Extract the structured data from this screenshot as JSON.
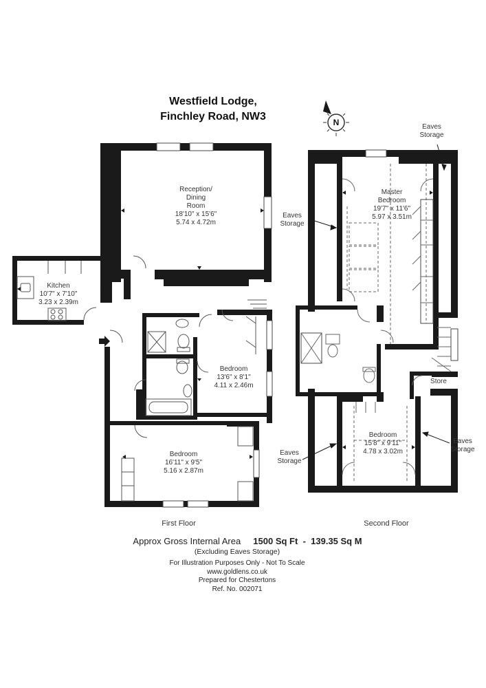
{
  "title": {
    "line1": "Westfield Lodge,",
    "line2": "Finchley Road, NW3"
  },
  "compass": {
    "letter": "N"
  },
  "first_floor": {
    "label": "First Floor",
    "rooms": {
      "reception": {
        "name1": "Reception/",
        "name2": "Dining",
        "name3": "Room",
        "imperial": "18'10\" x 15'6\"",
        "metric": "5.74 x 4.72m"
      },
      "kitchen": {
        "name": "Kitchen",
        "imperial": "10'7\" x 7'10\"",
        "metric": "3.23 x 2.39m"
      },
      "bedroom_mid": {
        "name": "Bedroom",
        "imperial": "13'6\" x 8'1\"",
        "metric": "4.11 x 2.46m"
      },
      "bedroom_low": {
        "name": "Bedroom",
        "imperial": "16'11\" x 9'5\"",
        "metric": "5.16 x 2.87m"
      }
    }
  },
  "second_floor": {
    "label": "Second Floor",
    "rooms": {
      "master": {
        "name1": "Master",
        "name2": "Bedroom",
        "imperial": "19'7\" x 11'6\"",
        "metric": "5.97 x 3.51m"
      },
      "bedroom": {
        "name": "Bedroom",
        "imperial": "15'8\" x 9'11\"",
        "metric": "4.78 x 3.02m"
      },
      "store": {
        "name": "Store"
      },
      "eaves_tr": {
        "line1": "Eaves",
        "line2": "Storage"
      },
      "eaves_l": {
        "line1": "Eaves",
        "line2": "Storage"
      },
      "eaves_bl": {
        "line1": "Eaves",
        "line2": "Storage"
      },
      "eaves_br": {
        "line1": "Eaves",
        "line2": "Storage"
      }
    }
  },
  "area": {
    "label": "Approx Gross Internal Area",
    "sqft": "1500 Sq Ft",
    "separator": "-",
    "sqm": "139.35 Sq M",
    "note": "(Excluding Eaves Storage)"
  },
  "footer": {
    "disclaimer": "For Illustration Purposes Only - Not To Scale",
    "website": "www.goldlens.co.uk",
    "prepared": "Prepared for Chestertons",
    "ref": "Ref. No. 002071"
  }
}
